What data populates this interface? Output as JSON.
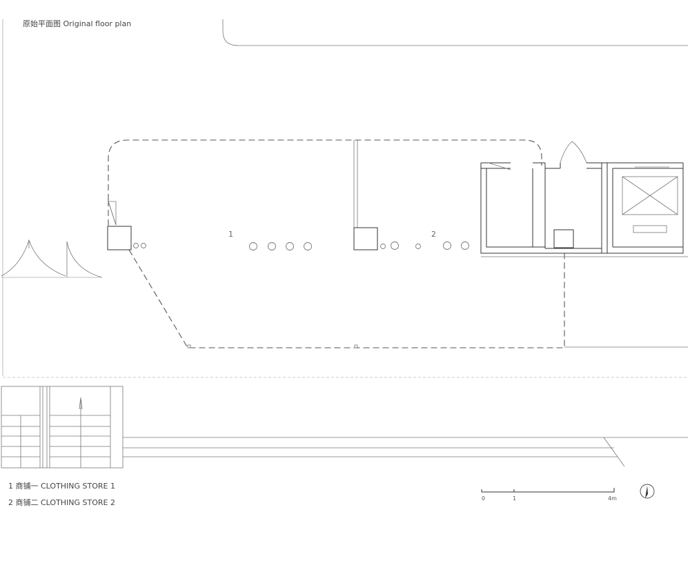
{
  "plan": {
    "title": "原始平面图 Original floor plan",
    "rooms": [
      {
        "number": "1"
      },
      {
        "number": "2"
      }
    ]
  },
  "legend": [
    {
      "text": "1 商铺一  CLOTHING STORE 1"
    },
    {
      "text": "2 商铺二  CLOTHING STORE 2"
    }
  ],
  "scale_bar": {
    "ticks": [
      "0",
      "1",
      "4m"
    ]
  }
}
